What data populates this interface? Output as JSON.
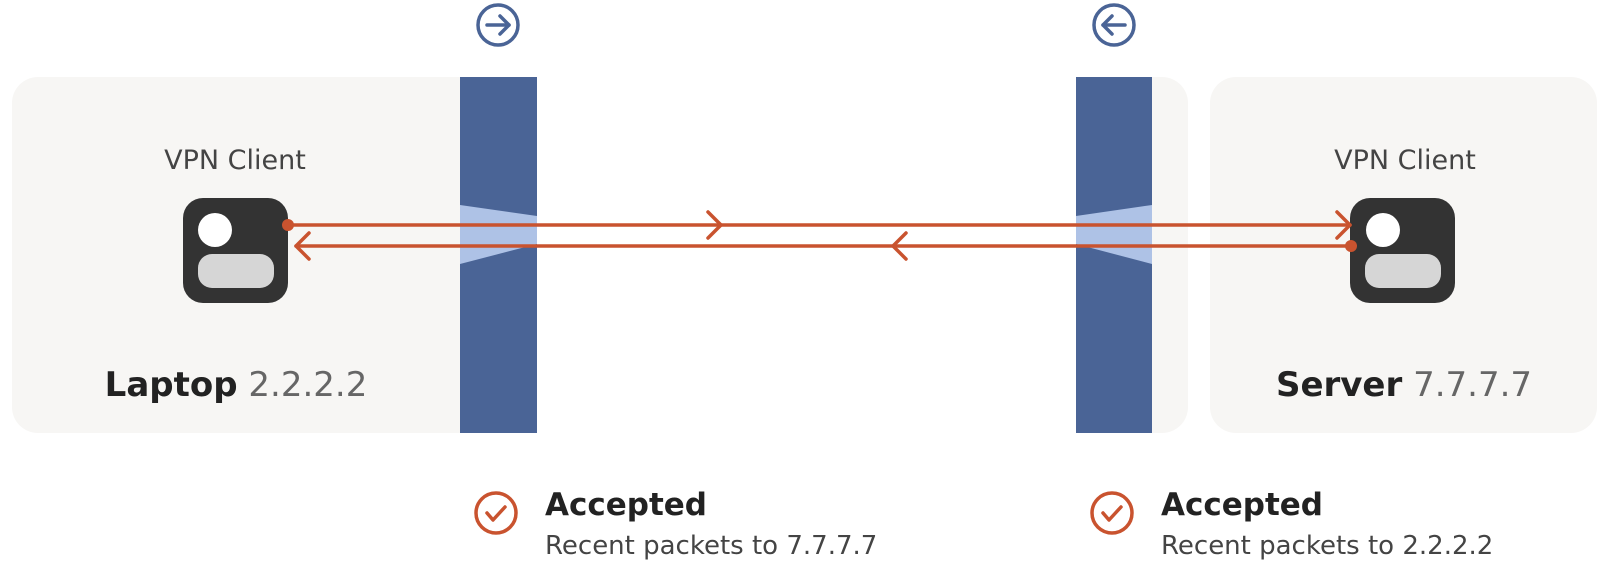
{
  "left": {
    "client_label": "VPN Client",
    "host_name": "Laptop",
    "host_ip": "2.2.2.2",
    "status_title": "Accepted",
    "status_sub": "Recent packets to 7.7.7.7",
    "firewall_direction_icon": "arrow-right-circle-icon"
  },
  "right": {
    "client_label": "VPN Client",
    "host_name": "Server",
    "host_ip": "7.7.7.7",
    "status_title": "Accepted",
    "status_sub": "Recent packets to 2.2.2.2",
    "firewall_direction_icon": "arrow-left-circle-icon"
  },
  "colors": {
    "firewall": "#4a6496",
    "firewall_gap": "#aec2e6",
    "packet_line": "#c9532f",
    "panel_bg": "#f7f6f4",
    "device": "#333333"
  }
}
